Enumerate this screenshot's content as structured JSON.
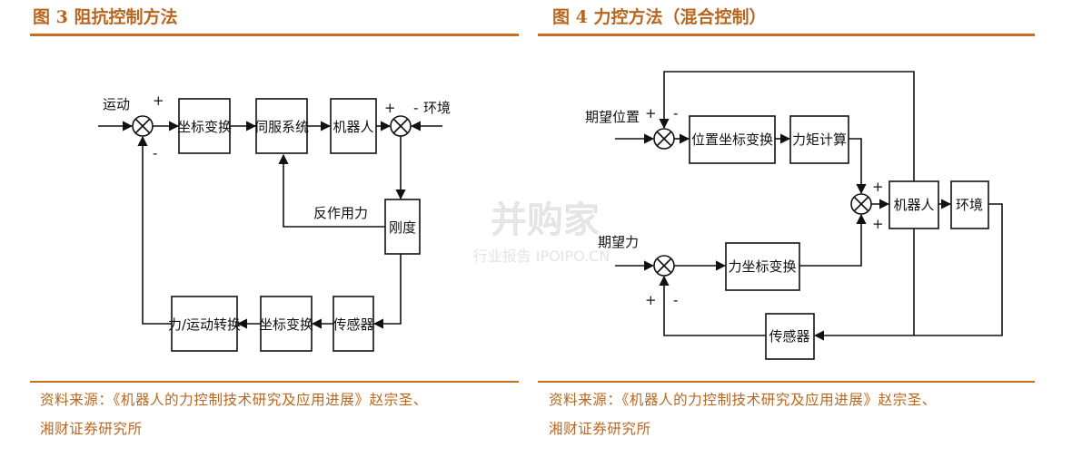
{
  "fig3": {
    "title": "图 3 阻抗控制方法",
    "source_line1": "资料来源：《机器人的力控制技术研究及应用进展》赵宗圣、",
    "source_line2": "湘财证券研究所",
    "nodes": {
      "coord1": "坐标变换",
      "servo": "伺服系统",
      "robot": "机器人",
      "stiffness": "刚度",
      "sensor": "传感器",
      "coord2": "坐标变换",
      "convert": "力/运动转换"
    },
    "labels": {
      "motion": "运动",
      "env": "环境",
      "reaction": "反作用力",
      "plus1": "+",
      "minus1": "-",
      "plus2": "+",
      "minus2": "-"
    }
  },
  "fig4": {
    "title": "图 4 力控方法（混合控制）",
    "source_line1": "资料来源：《机器人的力控制技术研究及应用进展》赵宗圣、",
    "source_line2": "湘财证券研究所",
    "nodes": {
      "poscoord": "位置坐标变换",
      "torque": "力矩计算",
      "robot": "机器人",
      "env": "环境",
      "forcecoord": "力坐标变换",
      "sensor": "传感器"
    },
    "labels": {
      "desired_pos": "期望位置",
      "desired_force": "期望力",
      "plus_a": "+",
      "minus_a": "-",
      "plus_b1": "+",
      "plus_b2": "+",
      "plus_c": "+",
      "minus_c": "-"
    }
  },
  "watermark": {
    "main": "并购家",
    "sub": "行业报告 IPOIPO.CN"
  }
}
